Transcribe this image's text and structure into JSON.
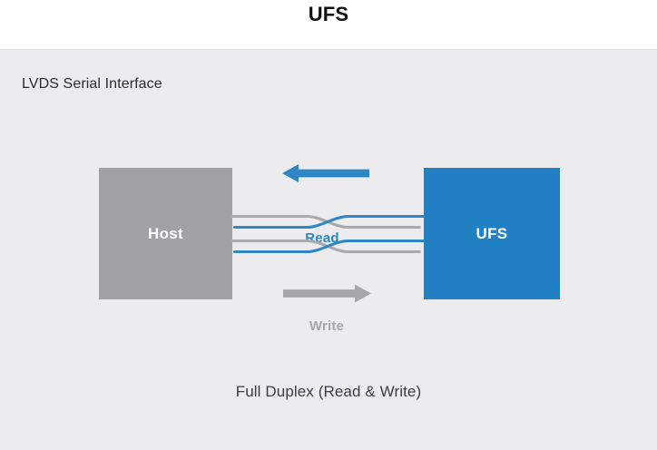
{
  "title": "UFS",
  "panel": {
    "label": "LVDS Serial Interface",
    "caption": "Full Duplex (Read & Write)"
  },
  "diagram": {
    "host_label": "Host",
    "ufs_label": "UFS",
    "read_label": "Read",
    "write_label": "Write"
  },
  "colors": {
    "accent_blue": "#2E86C4",
    "box_blue": "#2181C4",
    "box_gray": "#A1A2A4",
    "line_gray": "#A9AAAC",
    "arrow_gray": "#A6A7A9",
    "panel_bg": "#ECECEE",
    "label_on_box": "#FFFFFF",
    "title_color": "#111111",
    "heading_text": "#2A2C31",
    "caption_text": "#3A3D45"
  }
}
